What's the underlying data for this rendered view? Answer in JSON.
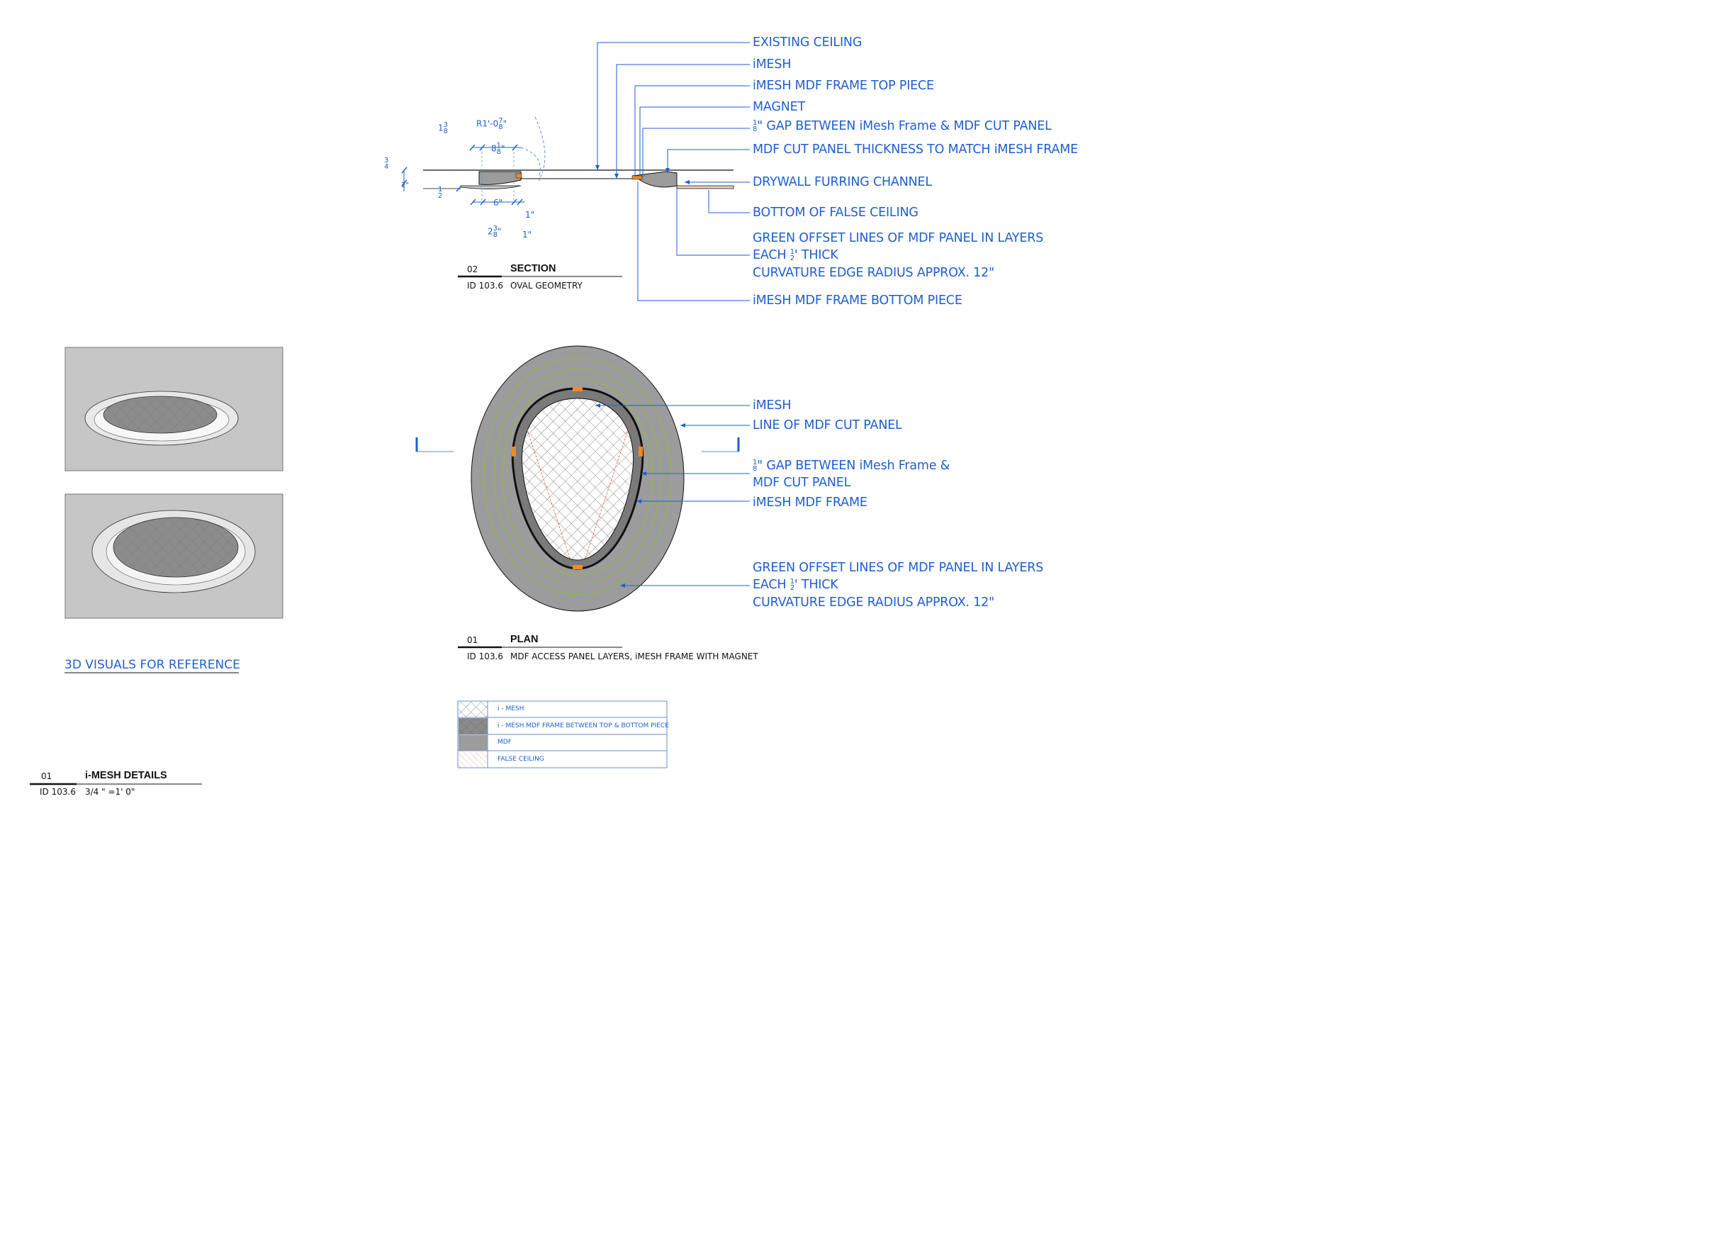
{
  "section_callouts": {
    "existing_ceiling": "EXISTING CEILING",
    "imesh": "iMESH",
    "frame_top_piece": "iMESH MDF FRAME TOP PIECE",
    "magnet": "MAGNET",
    "gap_frac_num": "1",
    "gap_frac_den": "8",
    "gap_text": "\" GAP BETWEEN iMesh Frame & MDF CUT PANEL",
    "mdf_thickness": "MDF CUT PANEL THICKNESS TO MATCH iMESH FRAME",
    "drywall_channel": "DRYWALL FURRING CHANNEL",
    "bottom_false_ceiling": "BOTTOM OF FALSE CEILING",
    "green_offset_line1": "GREEN OFFSET LINES OF MDF PANEL IN LAYERS",
    "green_each": "EACH",
    "green_frac_num": "1",
    "green_frac_den": "2",
    "green_thick": "' THICK",
    "green_radius": "CURVATURE EDGE RADIUS APPROX. 12\"",
    "frame_bottom_piece": "iMESH MDF FRAME BOTTOM PIECE"
  },
  "section_dims": {
    "d1": "1",
    "d1_frac_num": "3",
    "d1_frac_den": "8",
    "radius": "R1'-0",
    "radius_frac_num": "7",
    "radius_frac_den": "8",
    "radius_suffix": "\"",
    "d8": "8",
    "d8_frac_num": "1",
    "d8_frac_den": "8",
    "d8_suffix": "\"",
    "three_quarter_num": "3",
    "three_quarter_den": "4",
    "two": "2\"",
    "half_num": "1",
    "half_den": "2",
    "six": "6\"",
    "one_a": "1\"",
    "one_b": "1\"",
    "two38": "2",
    "two38_num": "3",
    "two38_den": "8",
    "two38_suffix": "\""
  },
  "section_title": {
    "number": "02",
    "name": "SECTION",
    "ref": "ID 103.6",
    "desc": "OVAL GEOMETRY"
  },
  "plan_callouts": {
    "imesh": "iMESH",
    "line_mdf": "LINE OF MDF CUT PANEL",
    "gap_frac_num": "1",
    "gap_frac_den": "8",
    "gap_line1": "\" GAP BETWEEN iMesh Frame &",
    "gap_line2": "MDF CUT PANEL",
    "frame": "iMESH MDF FRAME",
    "green_line1": "GREEN OFFSET LINES OF MDF PANEL IN LAYERS",
    "green_each": "EACH",
    "green_frac_num": "1",
    "green_frac_den": "2",
    "green_thick": "' THICK",
    "green_radius": "CURVATURE EDGE RADIUS APPROX. 12\""
  },
  "plan_title": {
    "number": "01",
    "name": "PLAN",
    "ref": "ID 103.6",
    "desc": "MDF ACCESS PANEL LAYERS, iMESH FRAME WITH MAGNET"
  },
  "visuals_caption": "3D VISUALS FOR REFERENCE",
  "legend": [
    {
      "label": "i - MESH"
    },
    {
      "label": "i - MESH MDF FRAME BETWEEN TOP & BOTTOM  PIECE"
    },
    {
      "label": "MDF"
    },
    {
      "label": "FALSE CEILING"
    }
  ],
  "sheet_title": {
    "number": "01",
    "name": "i-MESH DETAILS",
    "ref": "ID 103.6",
    "scale": "3/4 \" =1' 0\""
  },
  "colors": {
    "annotation_blue": "#1f5fd0",
    "mdf_gray": "#9c9c9c",
    "magnet_orange": "#f08a24",
    "green_offset": "#8fbf3a",
    "red_guide": "#e05a3a"
  }
}
